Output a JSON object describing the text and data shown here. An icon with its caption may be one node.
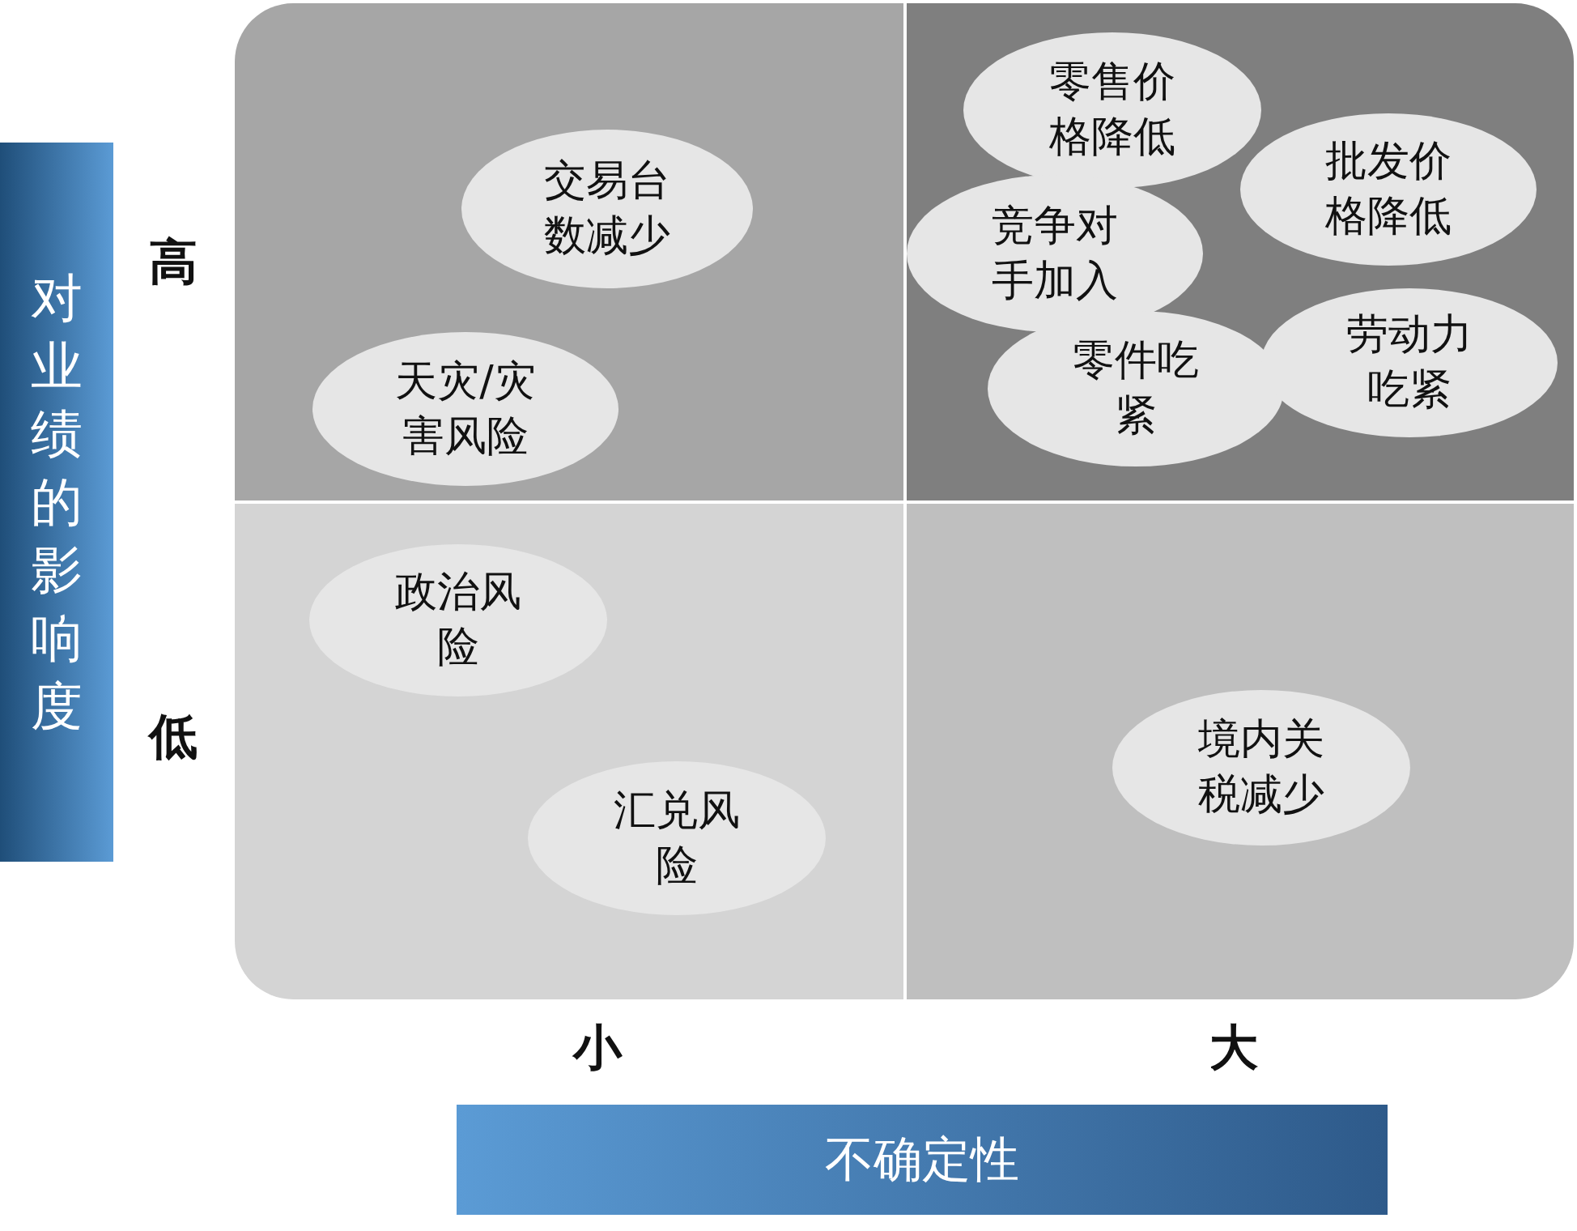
{
  "diagram": {
    "nodes": [
      {
        "text": [
          "对业绩的影响度"
        ]
      },
      {
        "text": [],
        "shape": "box"
      },
      {
        "text": [
          "交易台数减少"
        ],
        "in": 1
      },
      {
        "text": [
          "天灾/灾害风险"
        ],
        "in": 1
      },
      {
        "text": [],
        "shape": "box"
      },
      {
        "text": [
          "零售价格降低"
        ],
        "in": 4
      },
      {
        "text": [
          "批发价格降低"
        ],
        "in": 4
      },
      {
        "text": [
          "竞争对手加入"
        ],
        "in": 4
      },
      {
        "text": [
          "零件吃紧"
        ],
        "in": 4
      },
      {
        "text": [
          "劳动力吃紧"
        ],
        "in": 4
      },
      {
        "text": [],
        "shape": "box"
      },
      {
        "text": [
          "政治风险"
        ],
        "in": 10
      },
      {
        "text": [
          "汇兑风险"
        ],
        "in": 10
      },
      {
        "text": [],
        "shape": "box"
      },
      {
        "text": [
          "境内关税减少"
        ],
        "in": 13
      },
      {
        "text": [
          "不确定性"
        ]
      }
    ],
    "labels": [
      "高",
      "低",
      "小",
      "大"
    ]
  }
}
